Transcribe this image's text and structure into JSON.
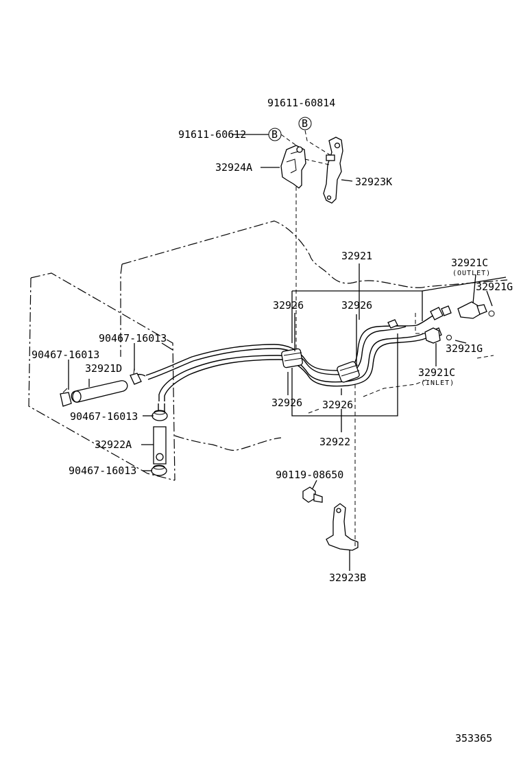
{
  "diagram": {
    "labels": {
      "p91611_60814": "91611-60814",
      "p91611_60612": "91611-60612",
      "p32924A": "32924A",
      "p32923K": "32923K",
      "p32921": "32921",
      "p32921C_outlet": "32921C",
      "outlet": "(OUTLET)",
      "p32921G_top": "32921G",
      "p32926_a": "32926",
      "p32926_b": "32926",
      "p90467_16013_a": "90467-16013",
      "p90467_16013_b": "90467-16013",
      "p32921D": "32921D",
      "p32921G_mid": "32921G",
      "p32921C_inlet": "32921C",
      "inlet": "(INLET)",
      "p32926_c": "32926",
      "p32926_d": "32926",
      "p90467_16013_c": "90467-16013",
      "p32922A": "32922A",
      "p32922": "32922",
      "p90467_16013_d": "90467-16013",
      "p90119_08650": "90119-08650",
      "p32923B": "32923B",
      "ref_B1": "B",
      "ref_B2": "B",
      "catalog_no": "353365"
    }
  }
}
